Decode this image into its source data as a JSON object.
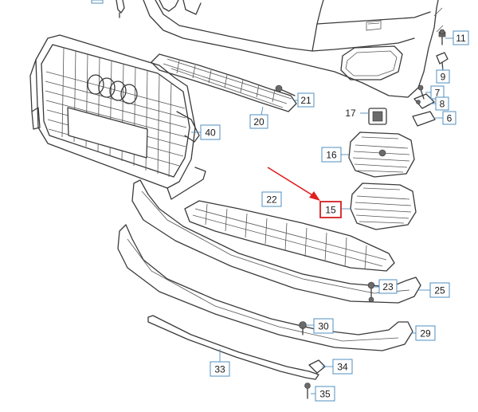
{
  "diagram": {
    "highlighted_part": "15",
    "callouts": [
      {
        "id": "11",
        "label": "11"
      },
      {
        "id": "9",
        "label": "9"
      },
      {
        "id": "7",
        "label": "7"
      },
      {
        "id": "8",
        "label": "8"
      },
      {
        "id": "6",
        "label": "6"
      },
      {
        "id": "17",
        "label": "17"
      },
      {
        "id": "21",
        "label": "21"
      },
      {
        "id": "20",
        "label": "20"
      },
      {
        "id": "40",
        "label": "40"
      },
      {
        "id": "16",
        "label": "16"
      },
      {
        "id": "22",
        "label": "22"
      },
      {
        "id": "15",
        "label": "15"
      },
      {
        "id": "23",
        "label": "23"
      },
      {
        "id": "25",
        "label": "25"
      },
      {
        "id": "30",
        "label": "30"
      },
      {
        "id": "29",
        "label": "29"
      },
      {
        "id": "33",
        "label": "33"
      },
      {
        "id": "34",
        "label": "34"
      },
      {
        "id": "35",
        "label": "35"
      }
    ]
  }
}
